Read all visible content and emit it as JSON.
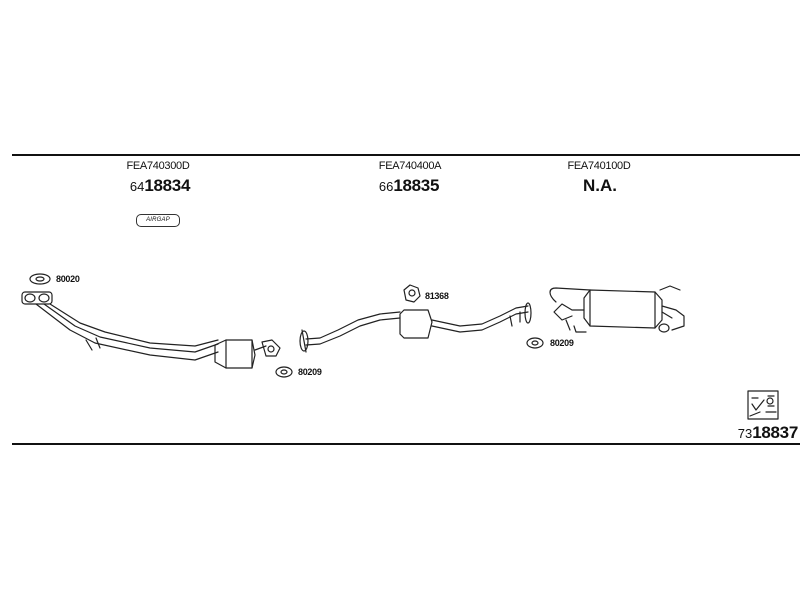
{
  "sections": [
    {
      "code": "FEA740300D",
      "prefix": "64",
      "number": "18834"
    },
    {
      "code": "FEA740400A",
      "prefix": "66",
      "number": "18835"
    },
    {
      "code": "FEA740100D",
      "text": "N.A."
    }
  ],
  "badge": {
    "label": "AIRGAP"
  },
  "parts": {
    "gasket_front": "80020",
    "gasket_mid": "80209",
    "hanger_mid": "81368",
    "gasket_rear": "80209"
  },
  "footer": {
    "prefix": "73",
    "number": "18837"
  }
}
